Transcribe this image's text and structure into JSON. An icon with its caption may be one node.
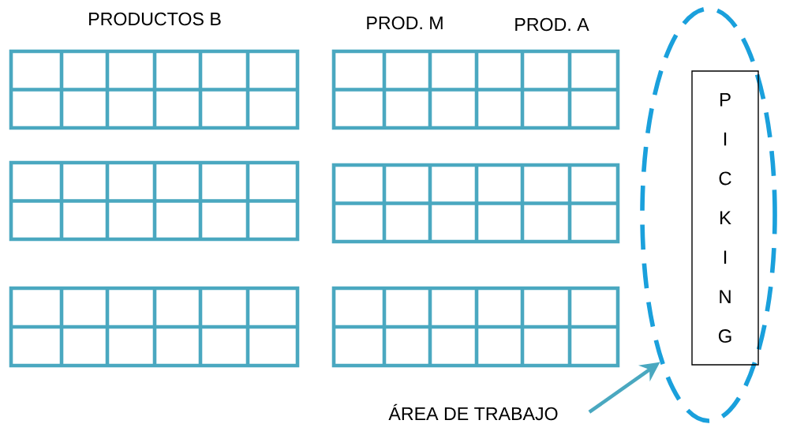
{
  "diagram": {
    "nodes": [
      {
        "text": [],
        "shape": "ellipse"
      },
      {
        "text": [
          "PICKING"
        ],
        "in": 0
      },
      {
        "text": [
          "ÁREA DE TRABAJO"
        ]
      }
    ],
    "edges": [
      {
        "from": 2,
        "to": 0,
        "arrow": "to"
      }
    ],
    "labels": [
      "PRODUCTOS B",
      "PROD. M",
      "PROD. A"
    ]
  }
}
